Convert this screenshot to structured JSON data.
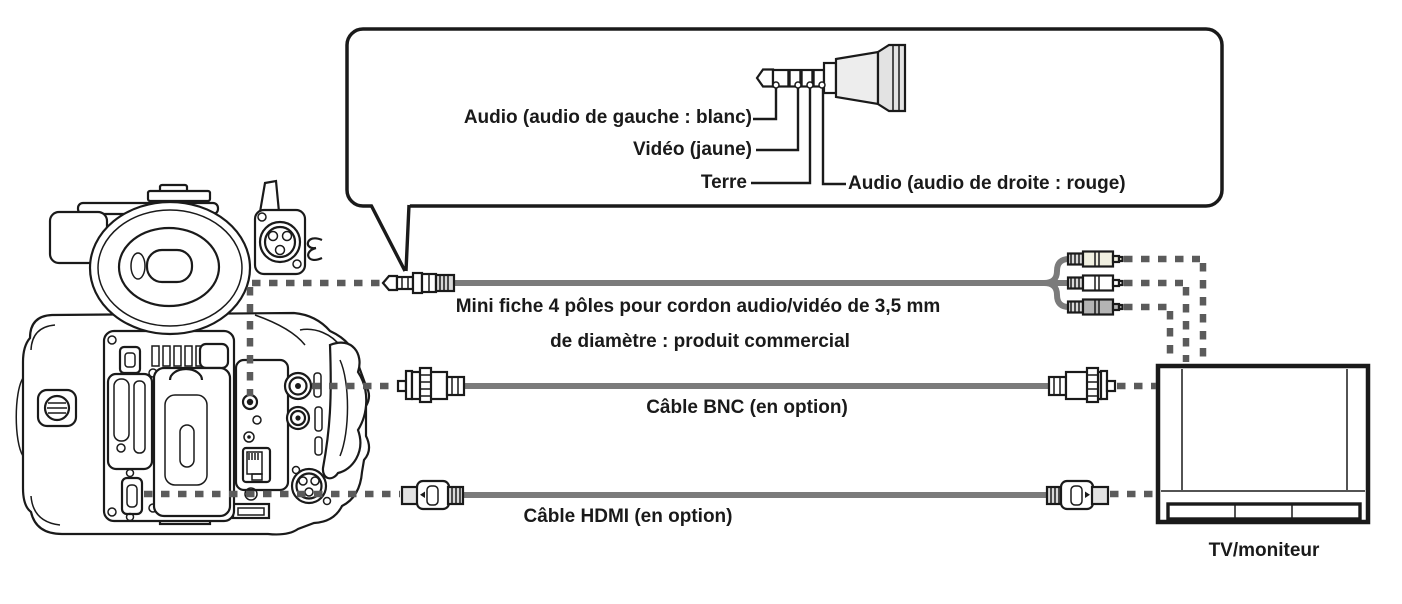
{
  "diagram": {
    "callout": {
      "labels": {
        "audio_left": "Audio (audio de gauche : blanc)",
        "video": "Vidéo (jaune)",
        "ground": "Terre",
        "audio_right": "Audio (audio de droite : rouge)"
      }
    },
    "connections": {
      "av": {
        "label_line1": "Mini fiche 4 pôles pour cordon audio/vidéo de 3,5 mm",
        "label_line2": "de diamètre : produit commercial"
      },
      "bnc": {
        "label": "Câble BNC (en option)"
      },
      "hdmi": {
        "label": "Câble HDMI (en option)"
      }
    },
    "tv": {
      "label": "TV/moniteur"
    }
  },
  "colors": {
    "ink": "#1a1a1a",
    "cable": "#7b7b7b",
    "dot": "#5b5b5b",
    "rca_yellow": "#f0efe0",
    "rca_white": "#ffffff",
    "rca_red": "#b4b4b4"
  }
}
